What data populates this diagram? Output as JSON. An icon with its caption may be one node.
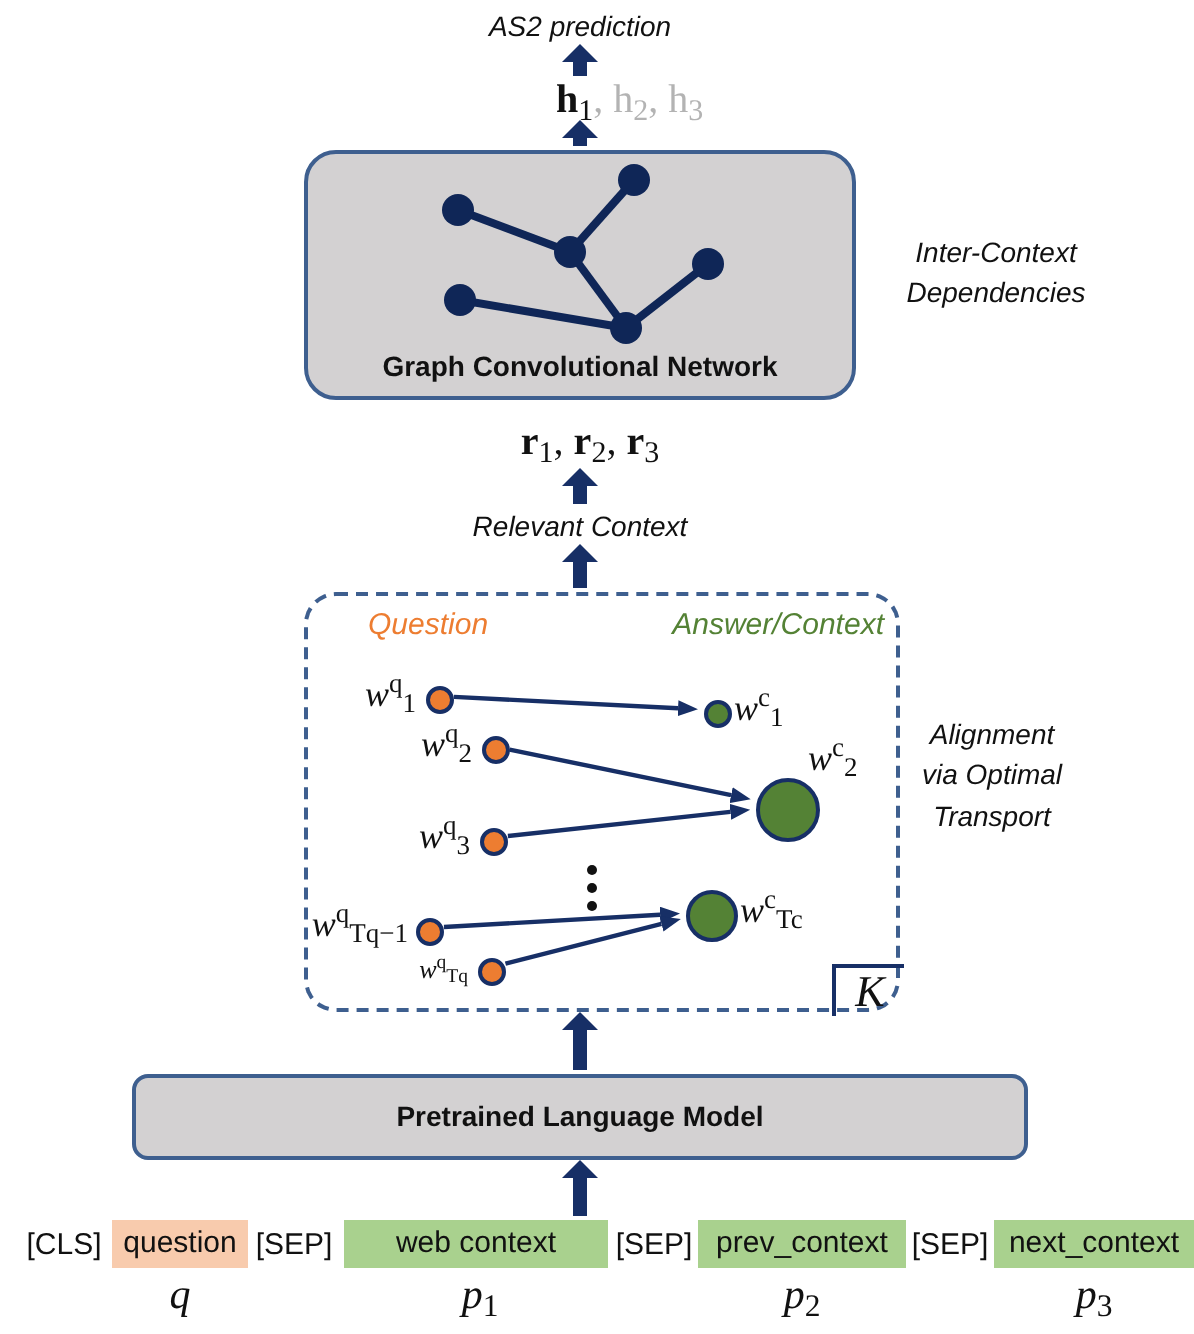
{
  "diagram": {
    "nodes": [
      {
        "text": [
          "AS2 prediction"
        ]
      },
      {
        "text": [
          "**h**$_{1}$",
          ", h$_{2}$, h$_{3}$"
        ]
      },
      {
        "text": [
          "Graph Convolutional Network"
        ],
        "beside": [
          "Inter-Context Dependencies"
        ]
      },
      {
        "text": [
          "**r**$_{1}$, **r**$_{2}$, **r**$_{3}$"
        ]
      },
      {
        "text": [
          "Relevant Context"
        ]
      },
      {
        "text": [
          "Question",
          "Answer/Context"
        ],
        "beside": [
          "Alignment via Optimal Transport"
        ]
      },
      {
        "text": [],
        "shape": "circle",
        "in": 5,
        "beside": [
          "*w*$^{q}$$_{1}$"
        ]
      },
      {
        "text": [],
        "shape": "circle",
        "in": 5,
        "beside": [
          "*w*$^{q}$$_{2}$"
        ]
      },
      {
        "text": [],
        "shape": "circle",
        "in": 5,
        "beside": [
          "*w*$^{q}$$_{3}$"
        ]
      },
      {
        "text": [],
        "shape": "circle",
        "in": 5,
        "beside": [
          "*w*$^{q}$$_{Tq−1}$"
        ]
      },
      {
        "text": [],
        "shape": "circle",
        "in": 5,
        "beside": [
          "*w*$^{q}$$_{Tq}$"
        ]
      },
      {
        "text": [],
        "shape": "circle",
        "in": 5,
        "beside": [
          "*w*$^{c}$$_{1}$"
        ]
      },
      {
        "text": [],
        "shape": "circle",
        "in": 5,
        "beside": [
          "*w*$^{c}$$_{2}$"
        ]
      },
      {
        "text": [],
        "shape": "circle",
        "in": 5,
        "beside": [
          "*w*$^{c}$$_{Tc}$"
        ]
      },
      {
        "text": [
          "K"
        ],
        "in": 5
      },
      {
        "text": [
          "Pretrained Language Model"
        ]
      },
      {
        "text": [
          "question"
        ],
        "beside": [
          "*q*"
        ]
      },
      {
        "text": [
          "web context"
        ],
        "beside": [
          "*p*$_{1}$"
        ]
      },
      {
        "text": [
          "prev_context"
        ],
        "beside": [
          "*p*$_{2}$"
        ]
      },
      {
        "text": [
          "next_context"
        ],
        "beside": [
          "*p*$_{3}$"
        ]
      }
    ],
    "edges": [
      {
        "from": 1,
        "to": 0,
        "arrow": "to"
      },
      {
        "from": 2,
        "to": 1,
        "arrow": "to"
      },
      {
        "from": 4,
        "to": 3,
        "arrow": "to"
      },
      {
        "from": 5,
        "to": 4,
        "arrow": "to"
      },
      {
        "from": 15,
        "to": 5,
        "arrow": "to"
      },
      {
        "from": 17,
        "to": 15,
        "arrow": "to"
      },
      {
        "from": 6,
        "to": 11,
        "arrow": "to"
      },
      {
        "from": 7,
        "to": 12,
        "arrow": "to"
      },
      {
        "from": 8,
        "to": 12,
        "arrow": "to"
      },
      {
        "from": 9,
        "to": 13,
        "arrow": "to"
      },
      {
        "from": 10,
        "to": 13,
        "arrow": "to"
      }
    ],
    "labels": [
      "[CLS]",
      "[SEP]",
      "[SEP]",
      "[SEP]"
    ]
  }
}
